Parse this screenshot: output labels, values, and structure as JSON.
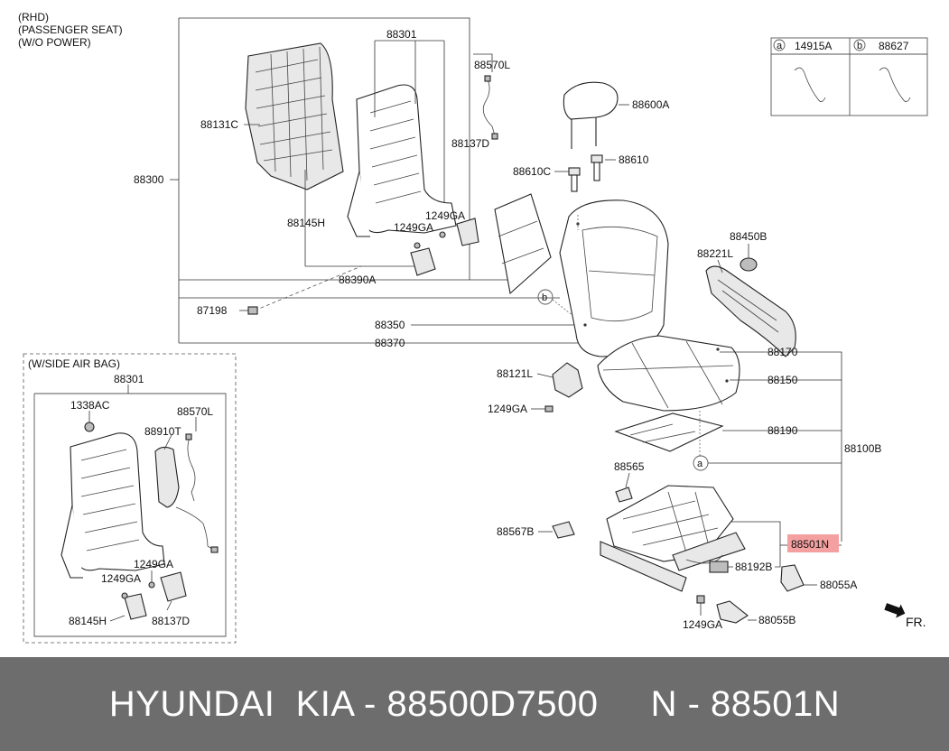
{
  "header": {
    "line1": "(RHD)",
    "line2": "(PASSENGER SEAT)",
    "line3": "(W/O POWER)"
  },
  "inset": {
    "title": "(W/SIDE AIR BAG)",
    "group_label": "88301"
  },
  "legend": {
    "a_letter": "a",
    "a_part": "14915A",
    "b_letter": "b",
    "b_part": "88627"
  },
  "callouts": {
    "c88301": "88301",
    "c88570L": "88570L",
    "c88131C": "88131C",
    "c88137D": "88137D",
    "c88300": "88300",
    "c88145H": "88145H",
    "c1249GA_a": "1249GA",
    "c1249GA_b": "1249GA",
    "c88390A": "88390A",
    "c87198": "87198",
    "c88350": "88350",
    "c88370": "88370",
    "c88600A": "88600A",
    "c88610C": "88610C",
    "c88610": "88610",
    "c88450B": "88450B",
    "c88221L": "88221L",
    "c88170": "88170",
    "c88150": "88150",
    "c88121L": "88121L",
    "c1249GA_c": "1249GA",
    "c88190": "88190",
    "c88100B": "88100B",
    "c88565": "88565",
    "c88567B": "88567B",
    "c88501N": "88501N",
    "c88192B": "88192B",
    "c88055A": "88055A",
    "c1249GA_d": "1249GA",
    "c88055B": "88055B",
    "fr": "FR.",
    "i1338AC": "1338AC",
    "i88570L": "88570L",
    "i88910T": "88910T",
    "i1249GA_a": "1249GA",
    "i1249GA_b": "1249GA",
    "i88145H": "88145H",
    "i88137D": "88137D"
  },
  "footer": {
    "text": "HYUNDAI  KIA - 88500D7500     N - 88501N"
  },
  "colors": {
    "highlight": "#f4a0a0",
    "footer_bg": "#6d6d6d",
    "footer_text": "#ffffff"
  }
}
